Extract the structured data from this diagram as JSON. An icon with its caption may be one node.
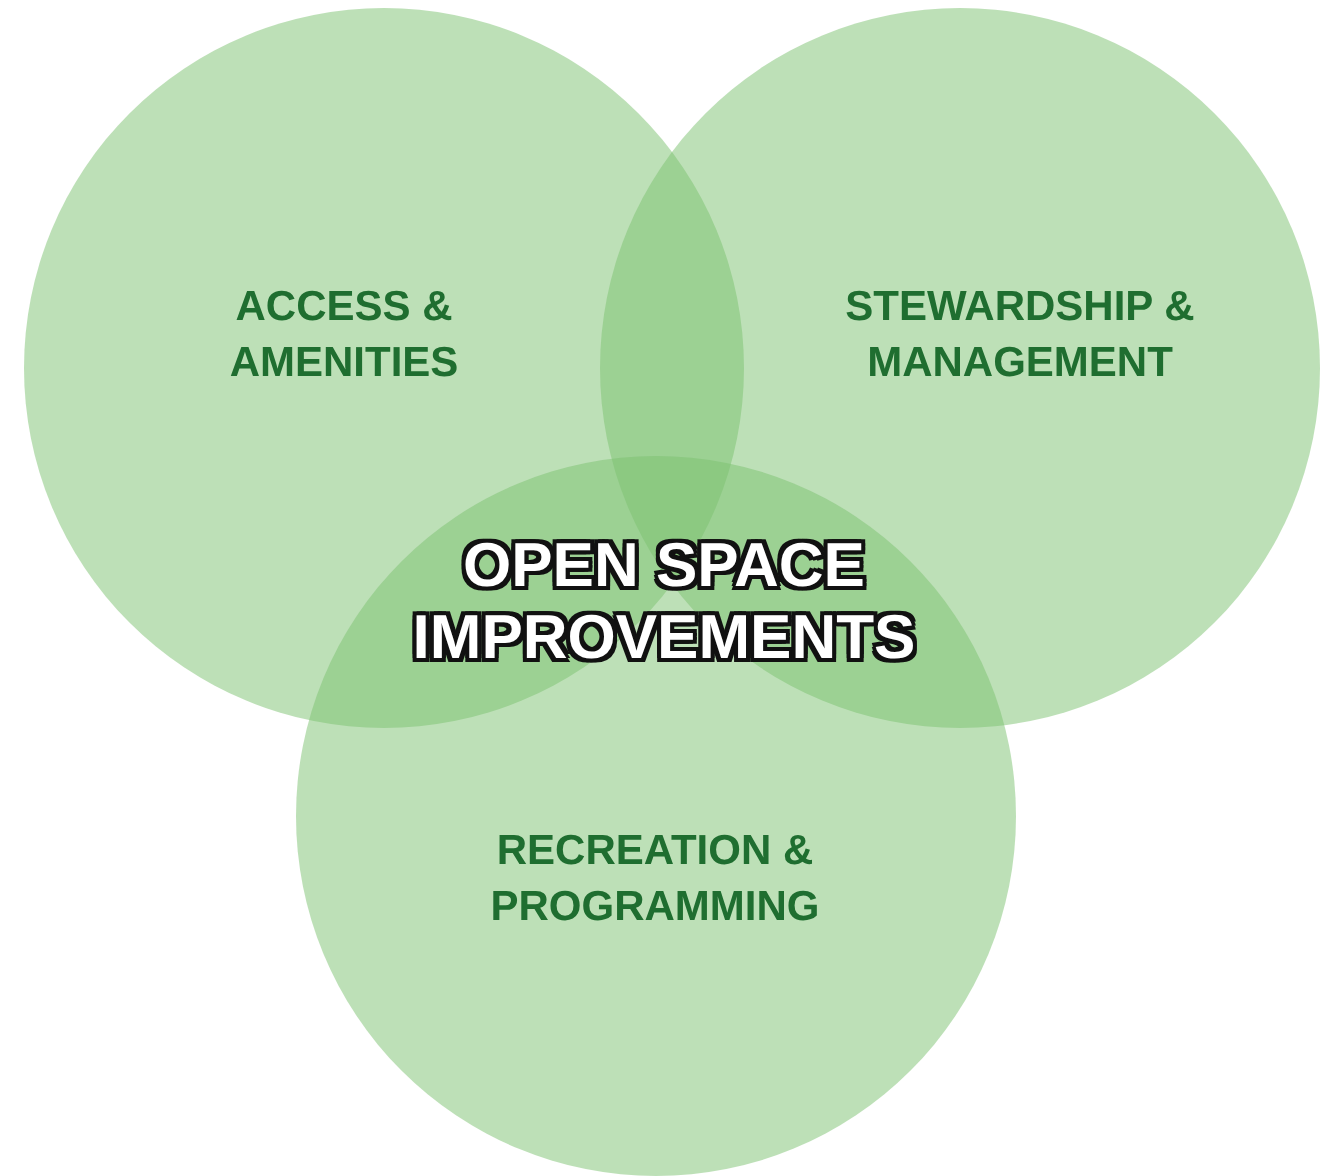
{
  "diagram": {
    "nodes": [
      {
        "text": [
          "ACCESS & AMENITIES"
        ]
      },
      {
        "text": [
          "STEWARDSHIP & MANAGEMENT"
        ]
      },
      {
        "text": [
          "RECREATION & PROGRAMMING"
        ]
      }
    ],
    "labels": [
      "OPEN SPACE IMPROVEMENTS"
    ]
  }
}
